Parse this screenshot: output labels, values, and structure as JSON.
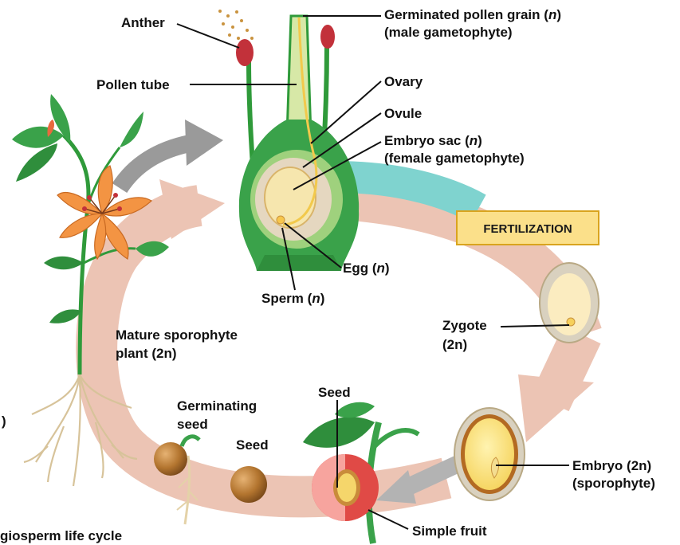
{
  "labels": {
    "anther": "Anther",
    "germinated_pollen_grain": "Germinated pollen grain",
    "male_gametophyte": "(male gametophyte)",
    "pollen_tube": "Pollen tube",
    "ovary": "Ovary",
    "ovule": "Ovule",
    "embryo_sac": "Embryo sac",
    "female_gametophyte": "(female gametophyte)",
    "egg": "Egg",
    "sperm": "Sperm",
    "mature_sporophyte_line1": "Mature sporophyte",
    "mature_sporophyte_line2": "plant",
    "zygote": "Zygote",
    "embryo": "Embryo",
    "sporophyte": "(sporophyte)",
    "germinating_seed_line1": "Germinating",
    "germinating_seed_line2": "seed",
    "seed_left": "Seed",
    "seed_fruit": "Seed",
    "simple_fruit": "Simple fruit",
    "caption": "giosperm life cycle",
    "caption_mark": ")",
    "ploidy_haploid": "n",
    "ploidy_diploid": "2n"
  },
  "banner": {
    "fertilization": "FERTILIZATION"
  },
  "colors": {
    "cycle_arrow": "#ecc4b4",
    "fertilization_arrow": "#7fd3cf",
    "banner_fill": "#fbe08a",
    "banner_border": "#d9a41e",
    "stem_green": "#2f9a3a",
    "petal_orange": "#f39443",
    "anther_red": "#c2313a",
    "seed_brown": "#a0622a",
    "fruit_red": "#e04a46",
    "gray_arrow": "#9a9a9a"
  }
}
